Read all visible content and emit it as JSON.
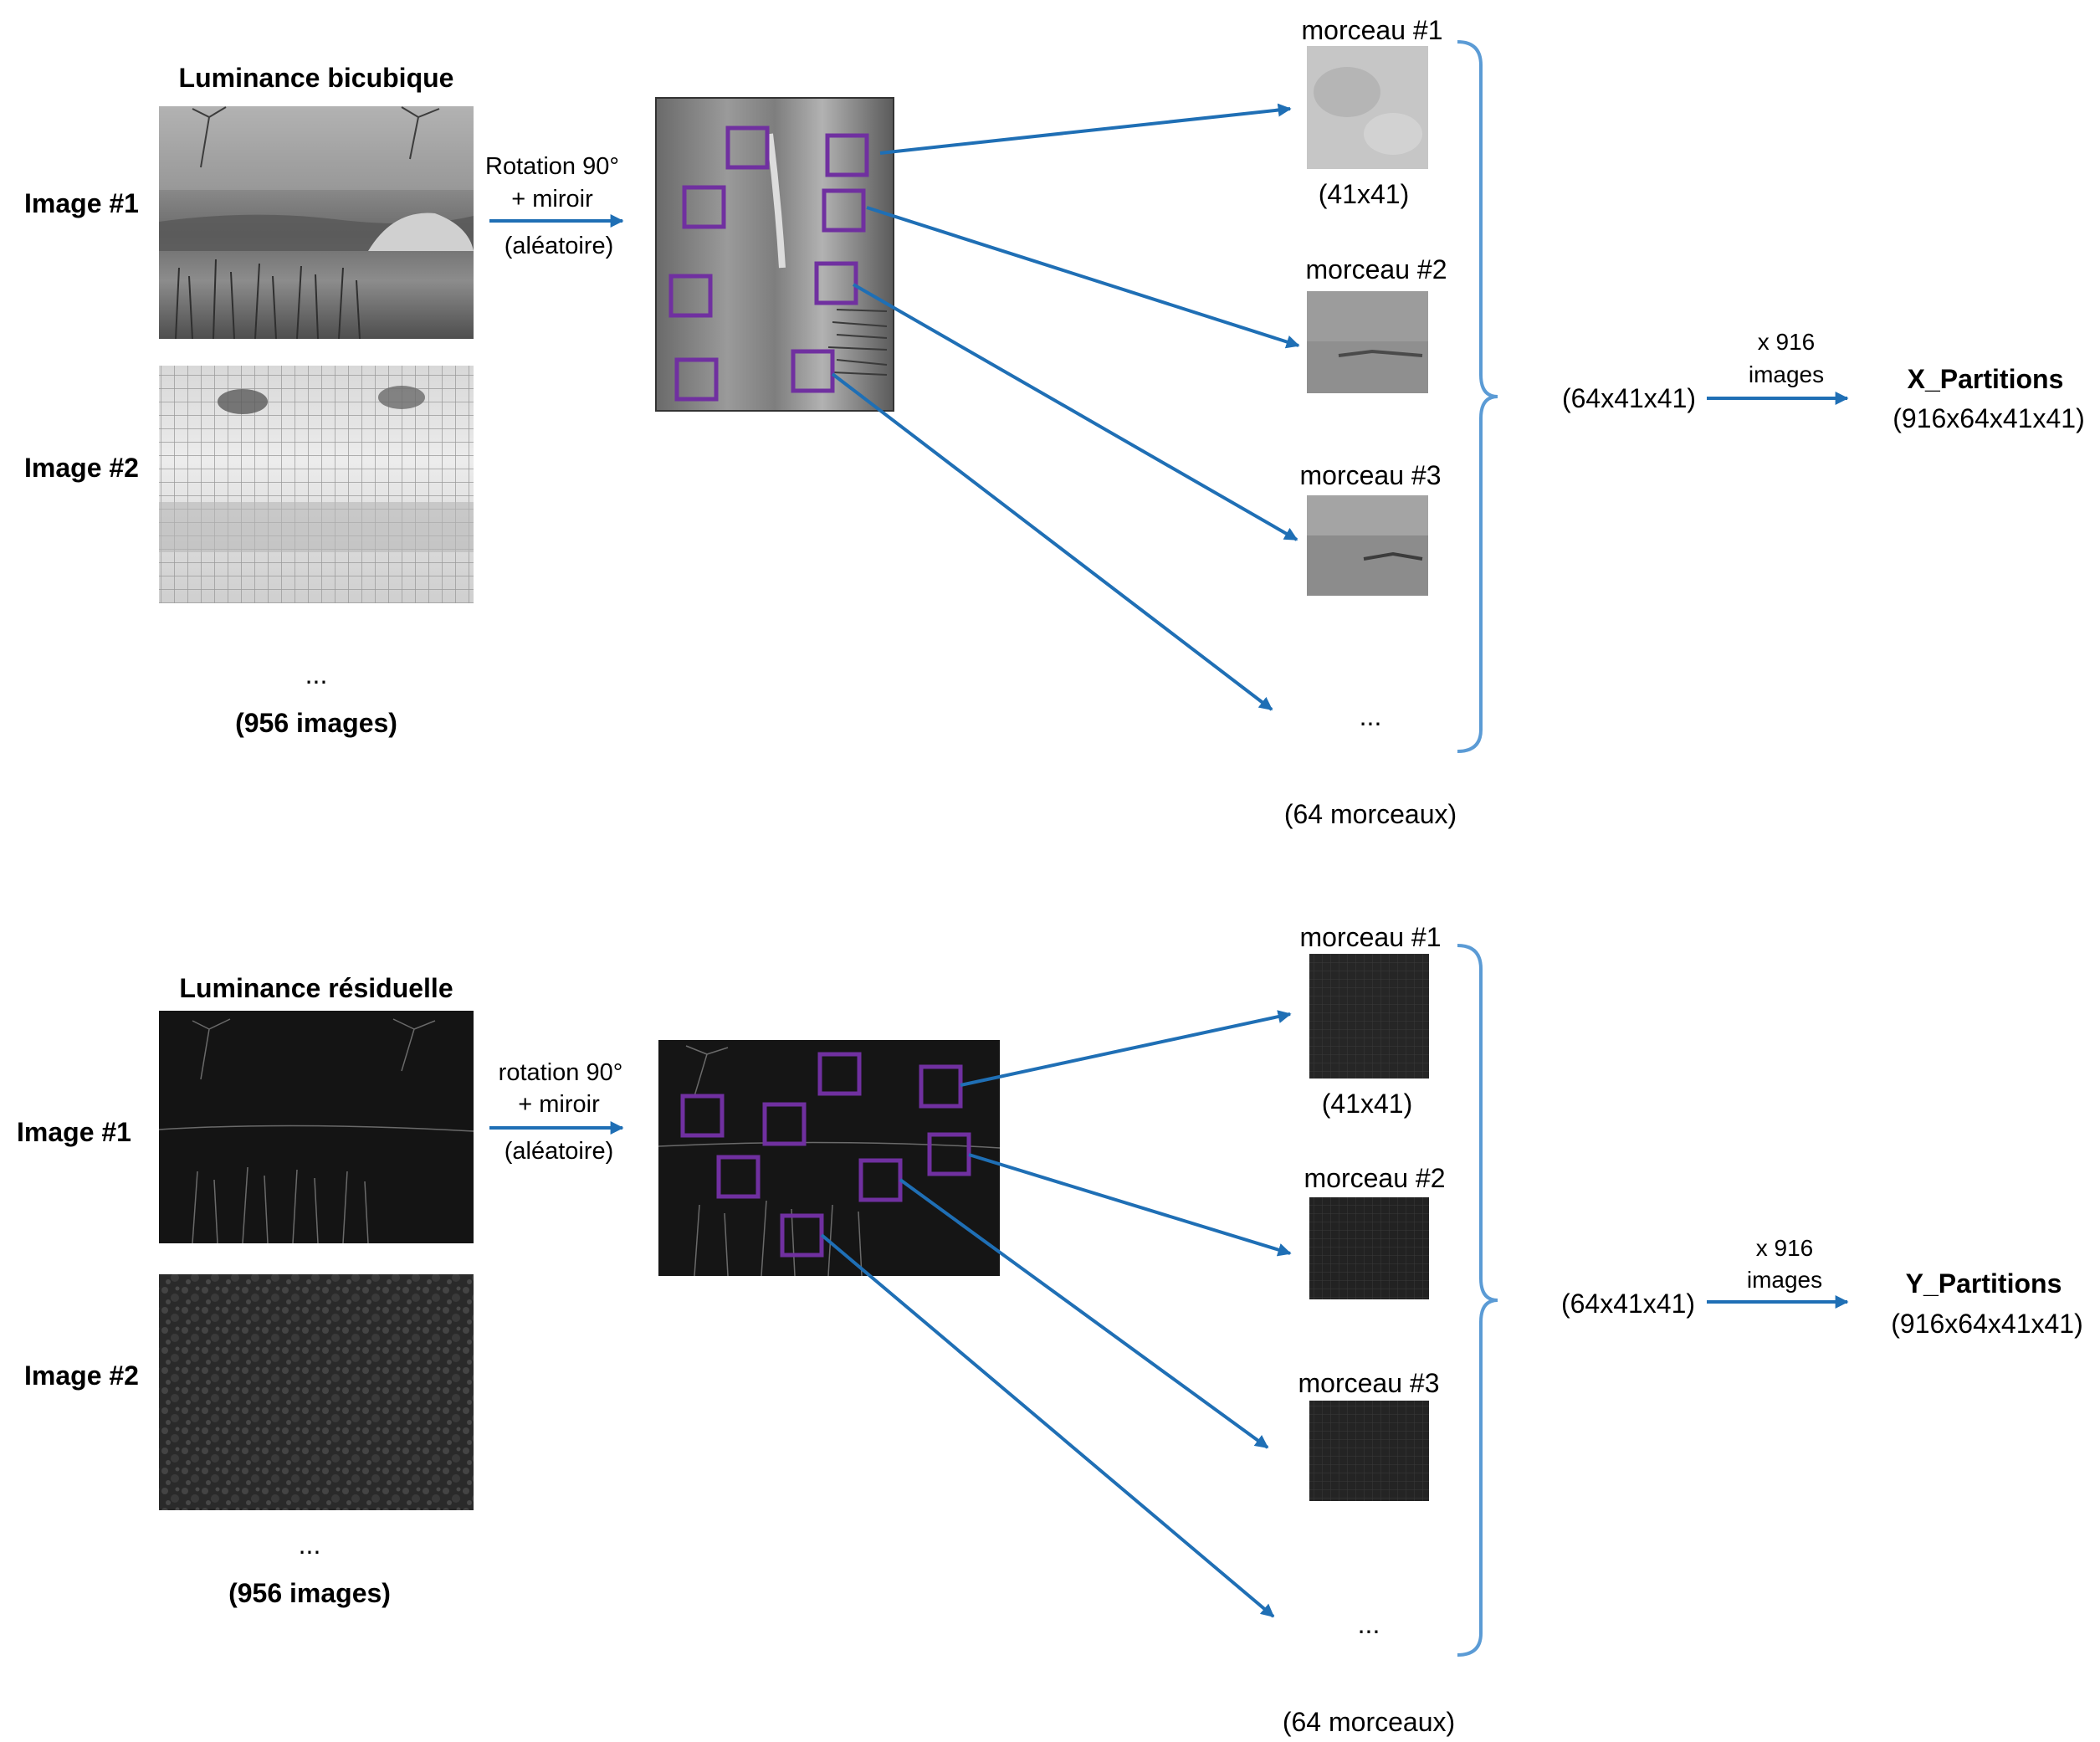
{
  "top": {
    "heading": "Luminance bicubique",
    "image1_label": "Image #1",
    "image2_label": "Image #2",
    "ellipsis": "...",
    "count": "(956 images)",
    "arrow_line1": "Rotation 90°",
    "arrow_line2": "+ miroir",
    "arrow_line3": "(aléatoire)",
    "patch1_label": "morceau #1",
    "patch1_size": "(41x41)",
    "patch2_label": "morceau #2",
    "patch3_label": "morceau #3",
    "patch_ellipsis": "...",
    "patch_count": "(64 morceaux)",
    "shape": "(64x41x41)",
    "mult_line1": "x 916",
    "mult_line2": "images",
    "out_name": "X_Partitions",
    "out_shape": "(916x64x41x41)"
  },
  "bottom": {
    "heading": "Luminance résiduelle",
    "image1_label": "Image #1",
    "image2_label": "Image #2",
    "ellipsis": "...",
    "count": "(956 images)",
    "arrow_line1": "rotation 90°",
    "arrow_line2": "+ miroir",
    "arrow_line3": "(aléatoire)",
    "patch1_label": "morceau #1",
    "patch1_size": "(41x41)",
    "patch2_label": "morceau #2",
    "patch3_label": "morceau #3",
    "patch_ellipsis": "...",
    "patch_count": "(64 morceaux)",
    "shape": "(64x41x41)",
    "mult_line1": "x 916",
    "mult_line2": "images",
    "out_name": "Y_Partitions",
    "out_shape": "(916x64x41x41)"
  },
  "colors": {
    "arrow": "#1f6fb5",
    "brace": "#5b9bd5",
    "crop_box": "#7030a0"
  }
}
